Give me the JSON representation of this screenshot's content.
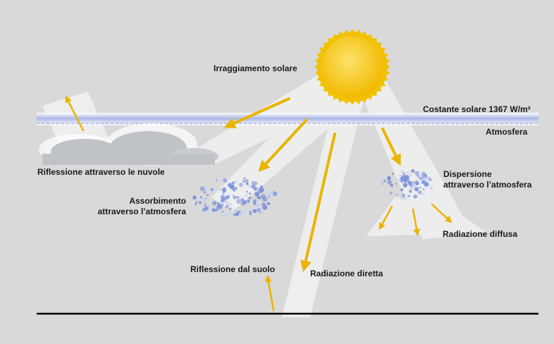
{
  "labels": {
    "solar_irradiation": "Irraggiamento solare",
    "solar_constant": "Costante solare  1367 W/m²",
    "atmosphere": "Atmosfera",
    "cloud_reflection": "Riflessione attraverso le nuvole",
    "absorption_line1": "Assorbimento",
    "absorption_line2": "attraverso l’atmosfera",
    "dispersion_line1": "Dispersione",
    "dispersion_line2": "attraverso l’atmosfera",
    "diffuse_radiation": "Radiazione diffusa",
    "ground_reflection": "Riflessione dal suolo",
    "direct_radiation": "Radiazione diretta"
  },
  "colors": {
    "background": "#d9d9d9",
    "sun": "#f2c200",
    "sun_core": "#fbe36a",
    "arrows": "#eab400",
    "atmosphere_band": "#8a9ad4",
    "particles": "#7d93d8",
    "clouds": "#bfc3c8",
    "ground": "#000000",
    "beams": "#ffffff"
  }
}
